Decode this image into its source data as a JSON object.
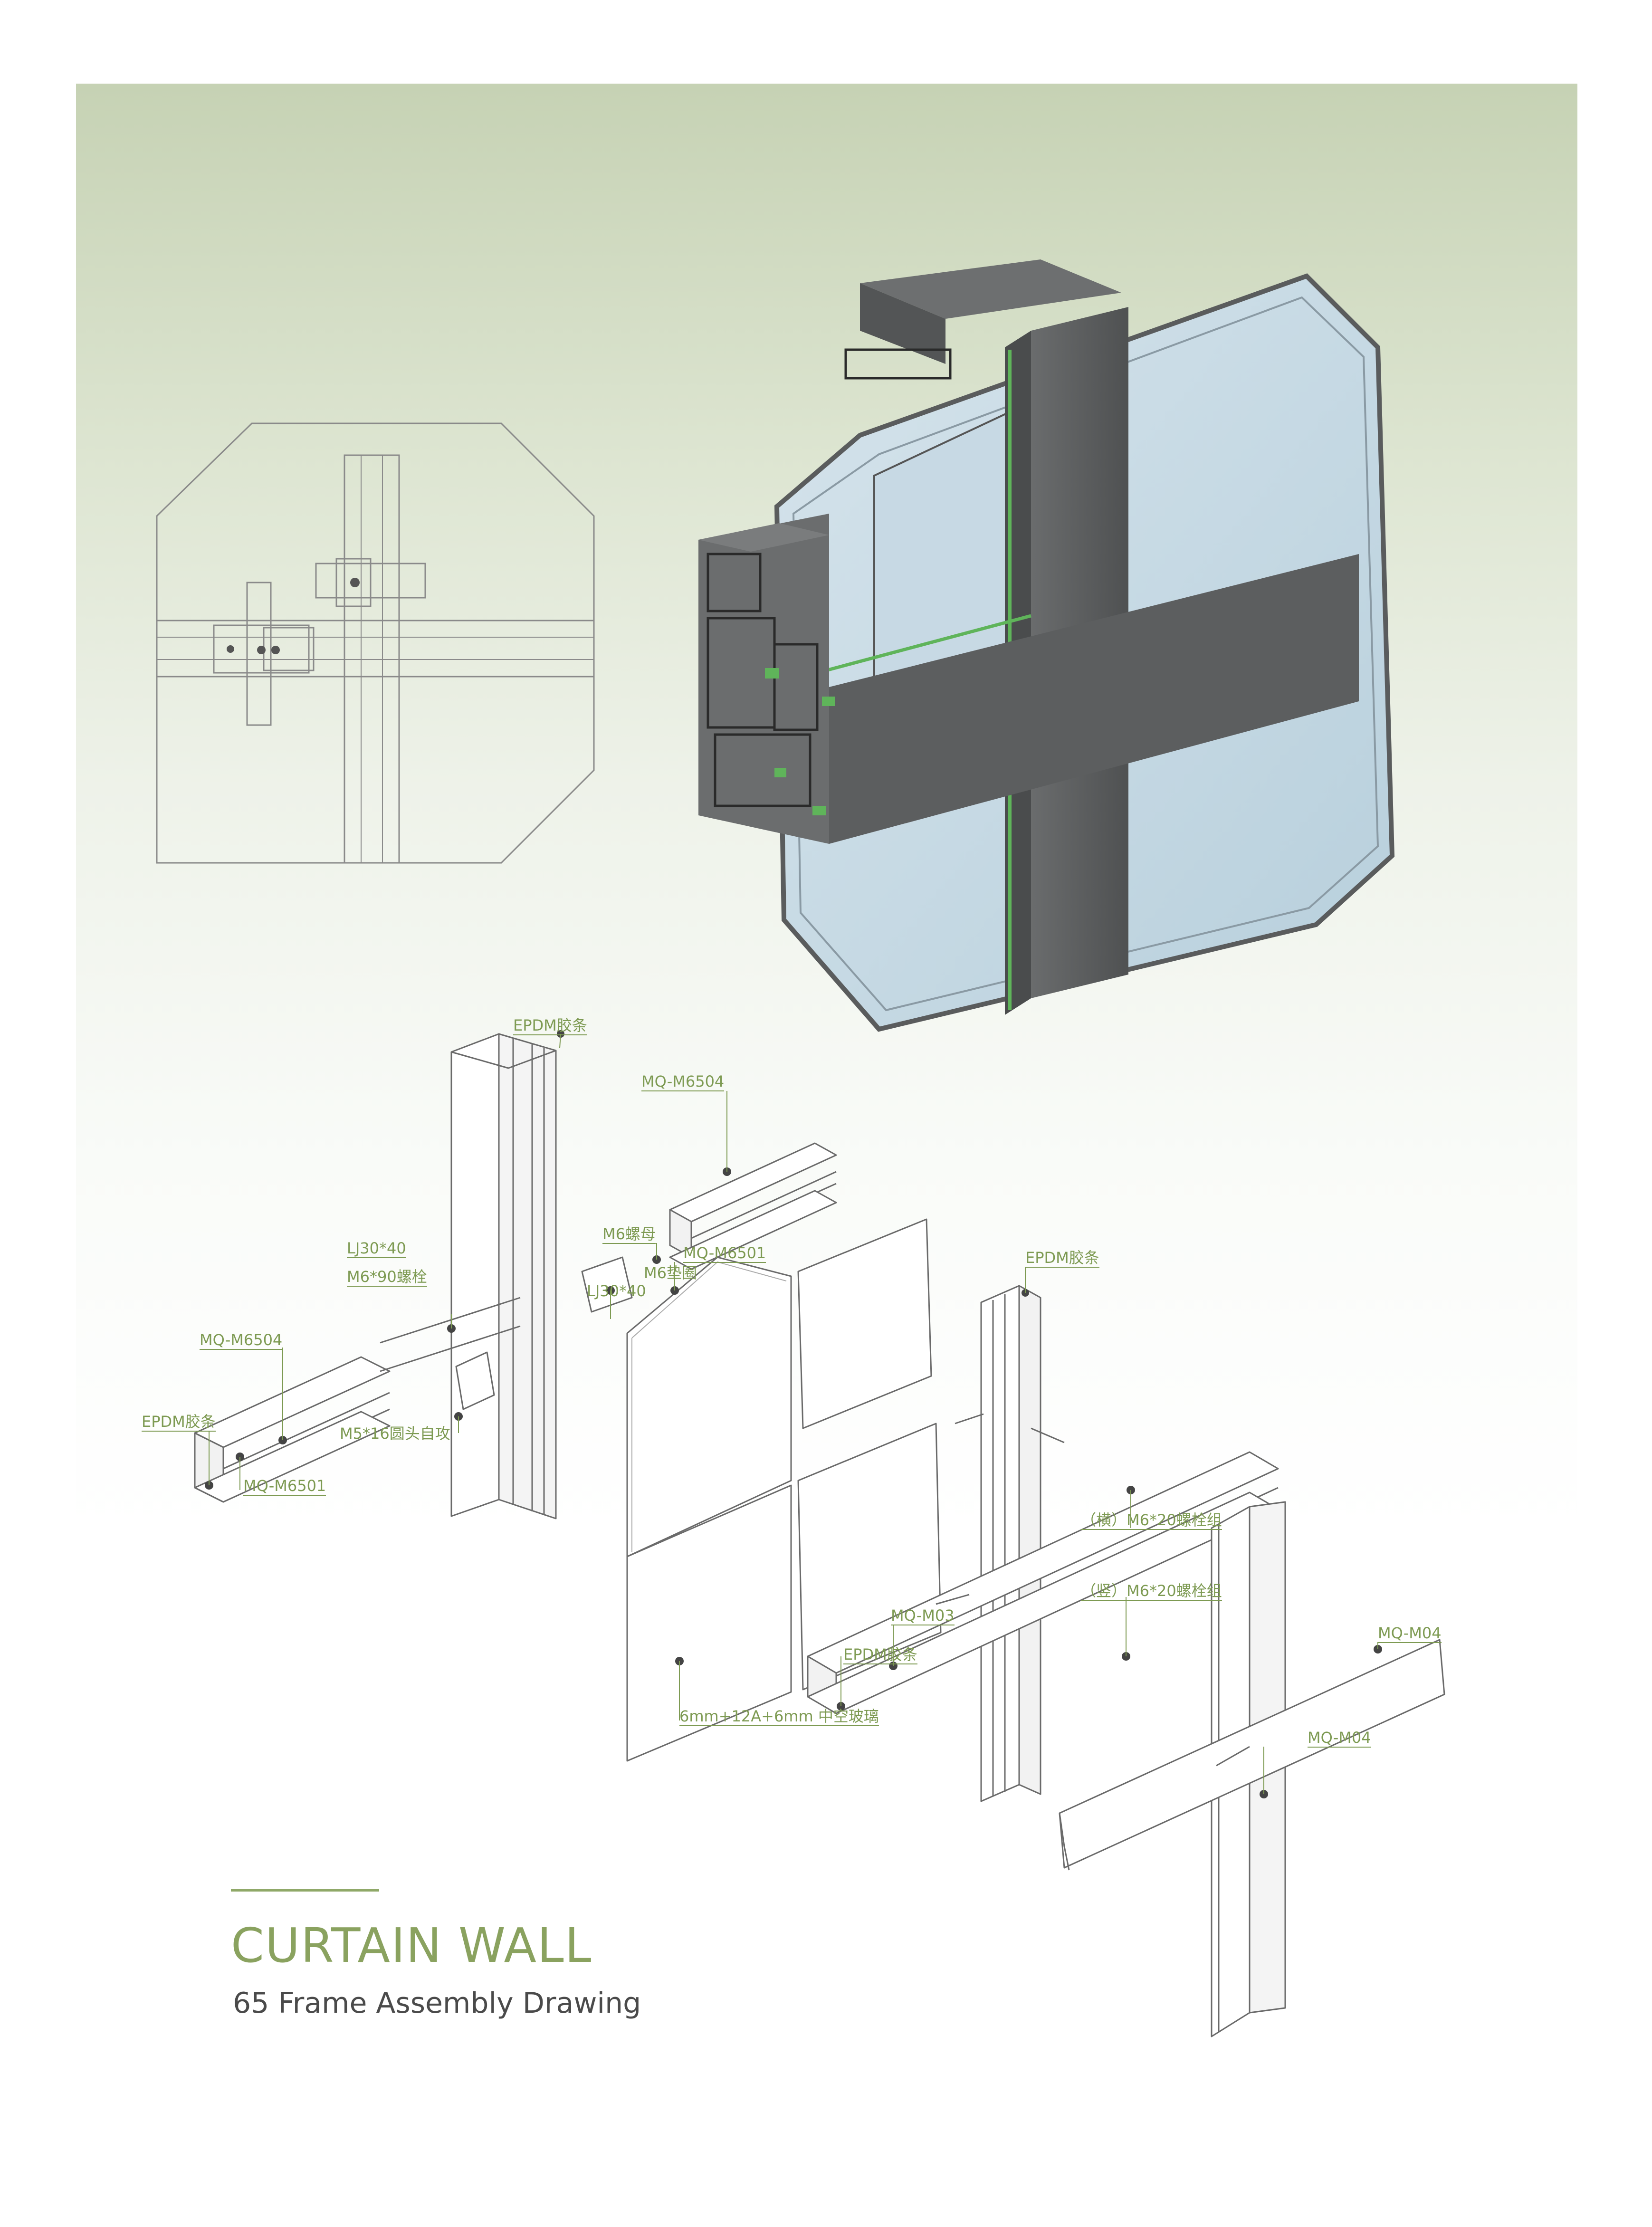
{
  "page": {
    "title": "CURTAIN WALL",
    "subtitle": "65 Frame Assembly Drawing"
  },
  "colors": {
    "accent_green": "#8aa25f",
    "label_green": "#7d9a52",
    "frame_dark": "#585a5b",
    "glass_blue": "#bcd3e0",
    "gasket_green": "#5fb45a",
    "line_gray": "#8a8a8a"
  },
  "labels": {
    "epdm_top": "EPDM胶条",
    "mq_m6504_top": "MQ-M6504",
    "m6_nut": "M6螺母",
    "mq_m6501_top": "MQ-M6501",
    "m6_washer": "M6垫圈",
    "lj30_right": "LJ30*40",
    "lj30_left": "LJ30*40",
    "m6_bolt_90": "M6*90螺栓",
    "mq_m6504_left": "MQ-M6504",
    "epdm_left": "EPDM胶条",
    "m5_screw": "M5*16圆头自攻",
    "mq_m6501_left": "MQ-M6501",
    "epdm_mid": "EPDM胶条",
    "bolt_horizontal": "（横）M6*20螺栓组",
    "bolt_vertical": "（竖）M6*20螺栓组",
    "mq_m03": "MQ-M03",
    "epdm_bottom": "EPDM胶条",
    "mq_m04_right": "MQ-M04",
    "glass_spec": "6mm+12A+6mm 中空玻璃",
    "mq_m04_bottom": "MQ-M04"
  }
}
